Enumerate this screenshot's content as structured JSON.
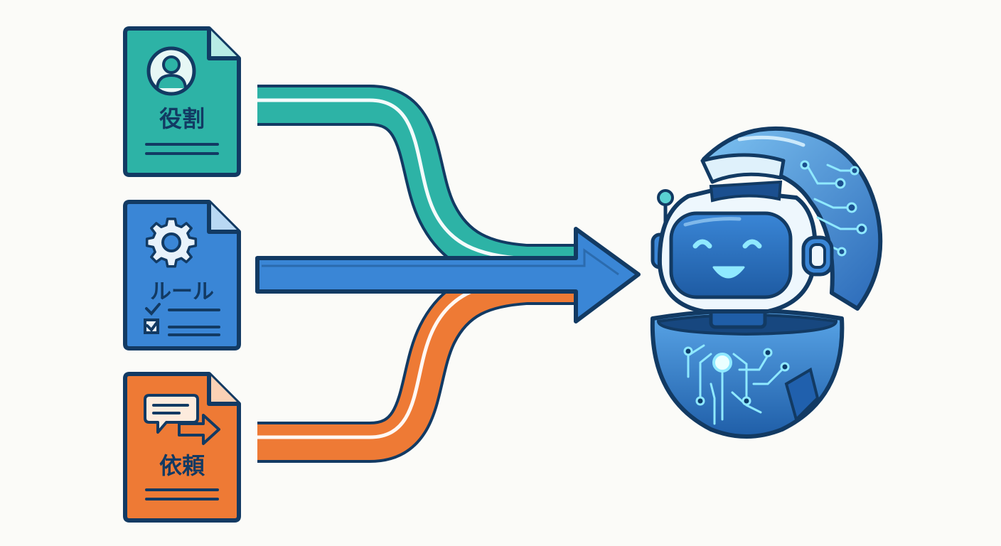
{
  "documents": [
    {
      "key": "role",
      "label": "役割",
      "icon": "person-icon",
      "color": "#2db3a6"
    },
    {
      "key": "rules",
      "label": "ルール",
      "icon": "gear-icon",
      "color": "#3a86d6"
    },
    {
      "key": "request",
      "label": "依頼",
      "icon": "chat-forward-icon",
      "color": "#ee7a35"
    }
  ],
  "colors": {
    "outline": "#123a63",
    "teal": "#2db3a6",
    "blue": "#3a86d6",
    "orange": "#ee7a35",
    "robot_blue": "#2b6fc2",
    "robot_light": "#dff1fb",
    "glow": "#8fe9ff",
    "background": "#fbfbf8"
  }
}
